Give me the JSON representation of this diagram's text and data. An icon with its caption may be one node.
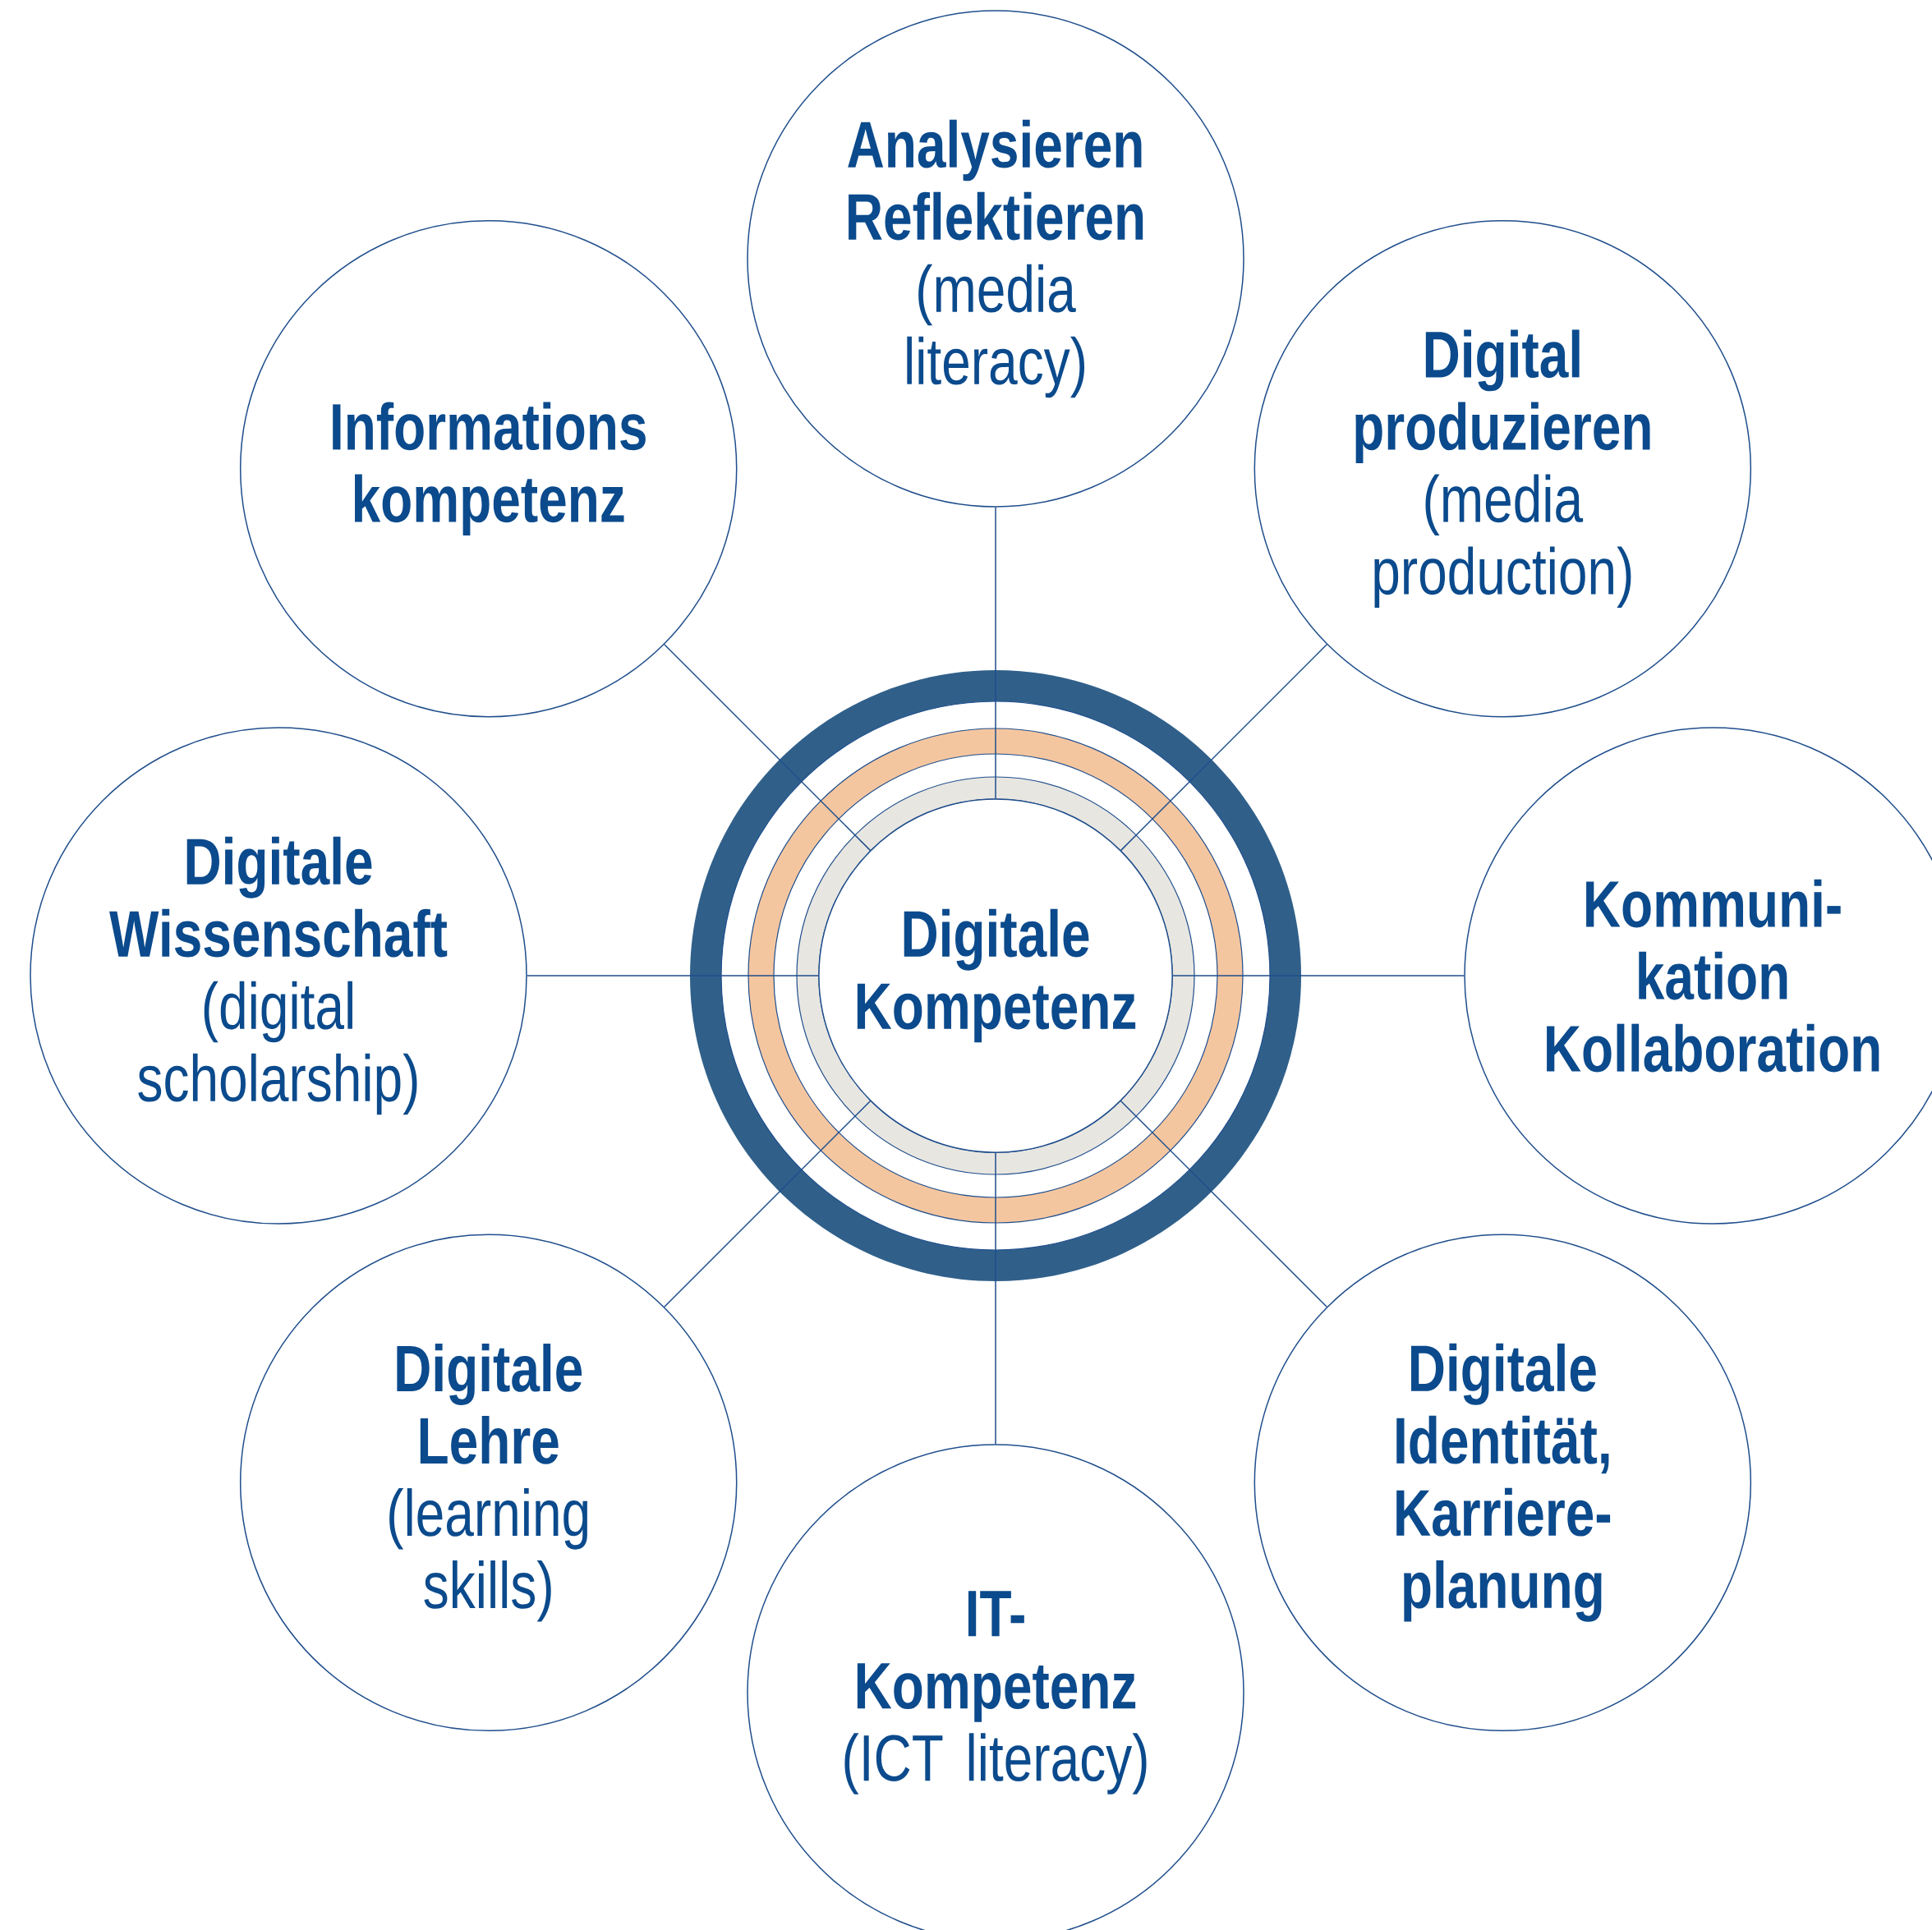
{
  "diagram": {
    "nodes": [
      {
        "text": [
          "Digitale Kompetenz"
        ]
      },
      {
        "text": [
          "Analysieren Reflektieren",
          "(media literacy)"
        ]
      },
      {
        "text": [
          "Informations kompetenz"
        ]
      },
      {
        "text": [
          "Digital produzieren",
          "(media production)"
        ]
      },
      {
        "text": [
          "Digitale Wissenschaft",
          "(digital scholarship)"
        ]
      },
      {
        "text": [
          "Kommuni- kation Kollaboration"
        ]
      },
      {
        "text": [
          "Digitale Lehre",
          "(learning skills)"
        ]
      },
      {
        "text": [
          "Digitale Identität, Karriere- planung"
        ]
      },
      {
        "text": [
          "IT- Kompetenz",
          "(ICT literacy)"
        ]
      }
    ],
    "edges": [
      {
        "from": 0,
        "to": 1,
        "arrow": "none"
      },
      {
        "from": 0,
        "to": 2,
        "arrow": "none"
      },
      {
        "from": 0,
        "to": 3,
        "arrow": "none"
      },
      {
        "from": 0,
        "to": 4,
        "arrow": "none"
      },
      {
        "from": 0,
        "to": 5,
        "arrow": "none"
      },
      {
        "from": 0,
        "to": 6,
        "arrow": "none"
      },
      {
        "from": 0,
        "to": 7,
        "arrow": "none"
      },
      {
        "from": 0,
        "to": 8,
        "arrow": "none"
      }
    ]
  }
}
